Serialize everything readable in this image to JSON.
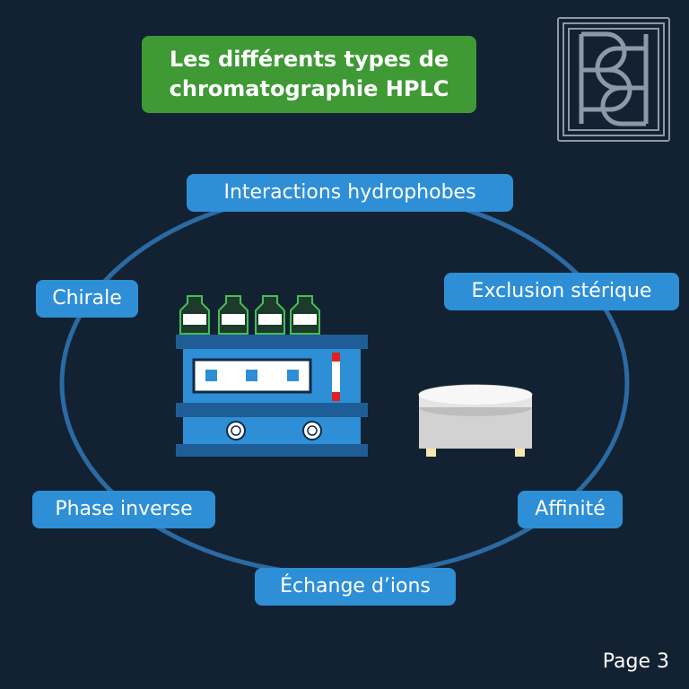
{
  "title": {
    "line1": "Les différents types de",
    "line2": "chromatographie HPLC"
  },
  "types": {
    "interactions": "Interactions hydrophobes",
    "exclusion": "Exclusion stérique",
    "affinite": "Affinité",
    "echange": "Échange d’ions",
    "phase_inverse": "Phase inverse",
    "chirale": "Chirale"
  },
  "page": "Page 3",
  "colors": {
    "background": "#132232",
    "title_bg": "#3f9a35",
    "pill_bg": "#2e8fd6",
    "ring": "#2b6aa3",
    "instrument": "#2e8fd6"
  },
  "icons": [
    "logo-icon",
    "hplc-instrument-icon",
    "solvent-bottle-icon",
    "column-heater-icon"
  ]
}
